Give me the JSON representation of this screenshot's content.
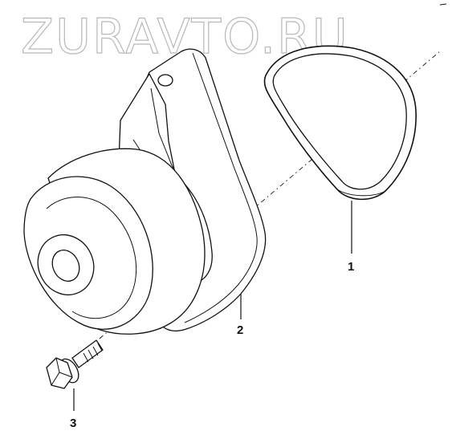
{
  "watermark": {
    "text": "ZURAVTO.RU"
  },
  "callouts": [
    {
      "id": "gasket",
      "label": "1"
    },
    {
      "id": "water-pump",
      "label": "2"
    },
    {
      "id": "bolt",
      "label": "3"
    }
  ]
}
